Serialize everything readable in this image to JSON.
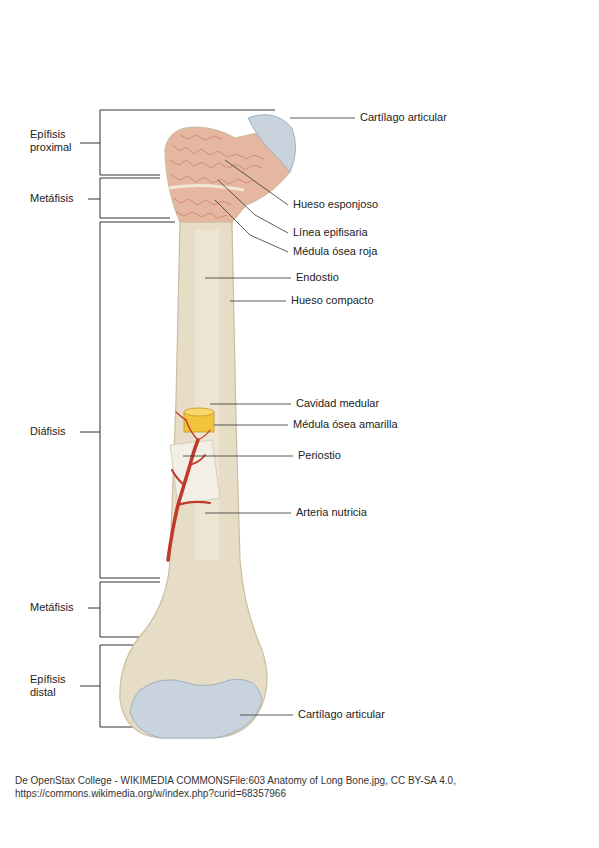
{
  "diagram": {
    "caption": "De OpenStax College - WIKIMEDIA COMMONSFile:603 Anatomy of Long Bone.jpg, CC BY-SA 4.0, https://commons.wikimedia.org/w/index.php?curid=68357966",
    "labels": [
      "Epífisis proximal",
      "Metáfisis",
      "Diáfisis",
      "Metáfisis",
      "Epífisis distal",
      "Cartílago articular",
      "Hueso esponjoso",
      "Línea epifisaria",
      "Médula ósea roja",
      "Endostio",
      "Hueso compacto",
      "Cavidad medular",
      "Médula ósea amarilla",
      "Periostio",
      "Arteria nutricia",
      "Cartílago articular"
    ]
  }
}
